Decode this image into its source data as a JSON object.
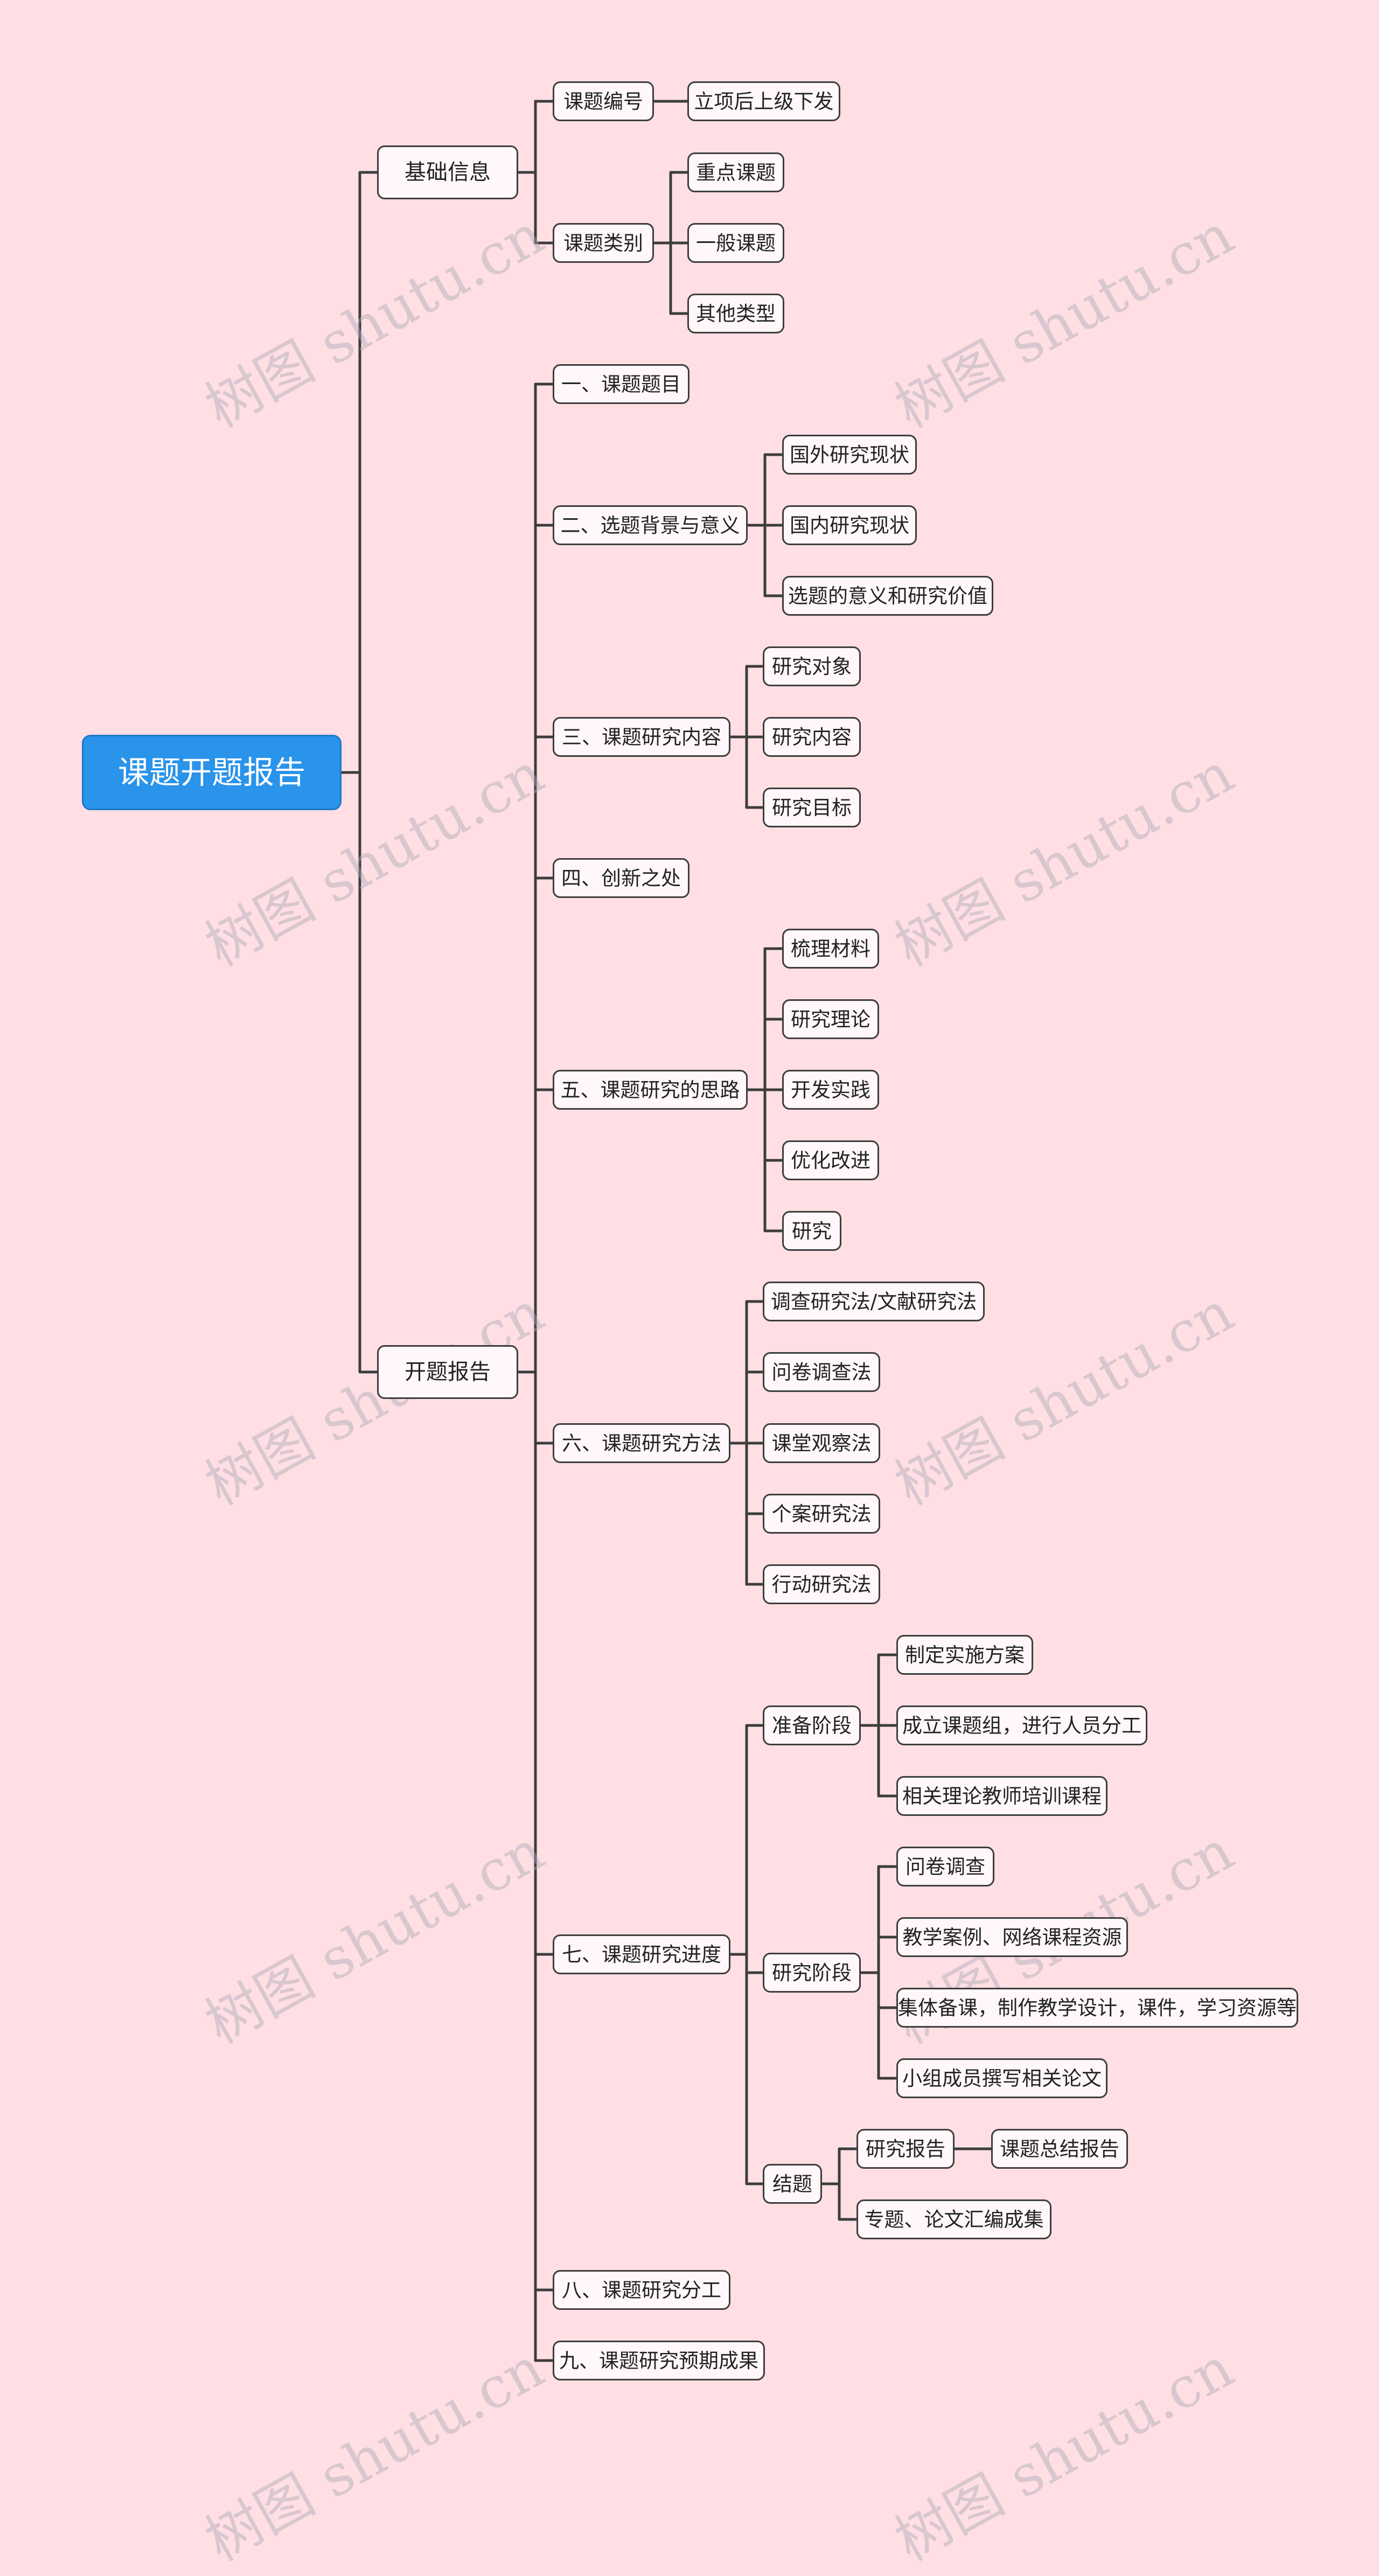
{
  "watermark": "树图 shutu.cn",
  "colors": {
    "background": "#ffdfe4",
    "root_fill": "#2a93ea",
    "line": "#3d3d3d",
    "node_fill": "#fff7f9"
  },
  "root": "课题开题报告",
  "basic": {
    "label": "基础信息",
    "number": {
      "label": "课题编号",
      "value": "立项后上级下发"
    },
    "category": {
      "label": "课题类别",
      "options": [
        "重点课题",
        "一般课题",
        "其他类型"
      ]
    }
  },
  "report": {
    "label": "开题报告",
    "s1": {
      "label": "一、课题题目"
    },
    "s2": {
      "label": "二、选题背景与意义",
      "children": [
        "国外研究现状",
        "国内研究现状",
        "选题的意义和研究价值"
      ]
    },
    "s3": {
      "label": "三、课题研究内容",
      "children": [
        "研究对象",
        "研究内容",
        "研究目标"
      ]
    },
    "s4": {
      "label": "四、创新之处"
    },
    "s5": {
      "label": "五、课题研究的思路",
      "children": [
        "梳理材料",
        "研究理论",
        "开发实践",
        "优化改进",
        "研究"
      ]
    },
    "s6": {
      "label": "六、课题研究方法",
      "children": [
        "调查研究法/文献研究法",
        "问卷调查法",
        "课堂观察法",
        "个案研究法",
        "行动研究法"
      ]
    },
    "s7": {
      "label": "七、课题研究进度",
      "prep": {
        "label": "准备阶段",
        "children": [
          "制定实施方案",
          "成立课题组，进行人员分工",
          "相关理论教师培训课程"
        ]
      },
      "research": {
        "label": "研究阶段",
        "children": [
          "问卷调查",
          "教学案例、网络课程资源",
          "集体备课，制作教学设计，课件，学习资源等",
          "小组成员撰写相关论文"
        ]
      },
      "conclusion": {
        "label": "结题",
        "report": {
          "label": "研究报告",
          "child": "课题总结报告"
        },
        "collection": "专题、论文汇编成集"
      }
    },
    "s8": {
      "label": "八、课题研究分工"
    },
    "s9": {
      "label": "九、课题研究预期成果"
    }
  }
}
